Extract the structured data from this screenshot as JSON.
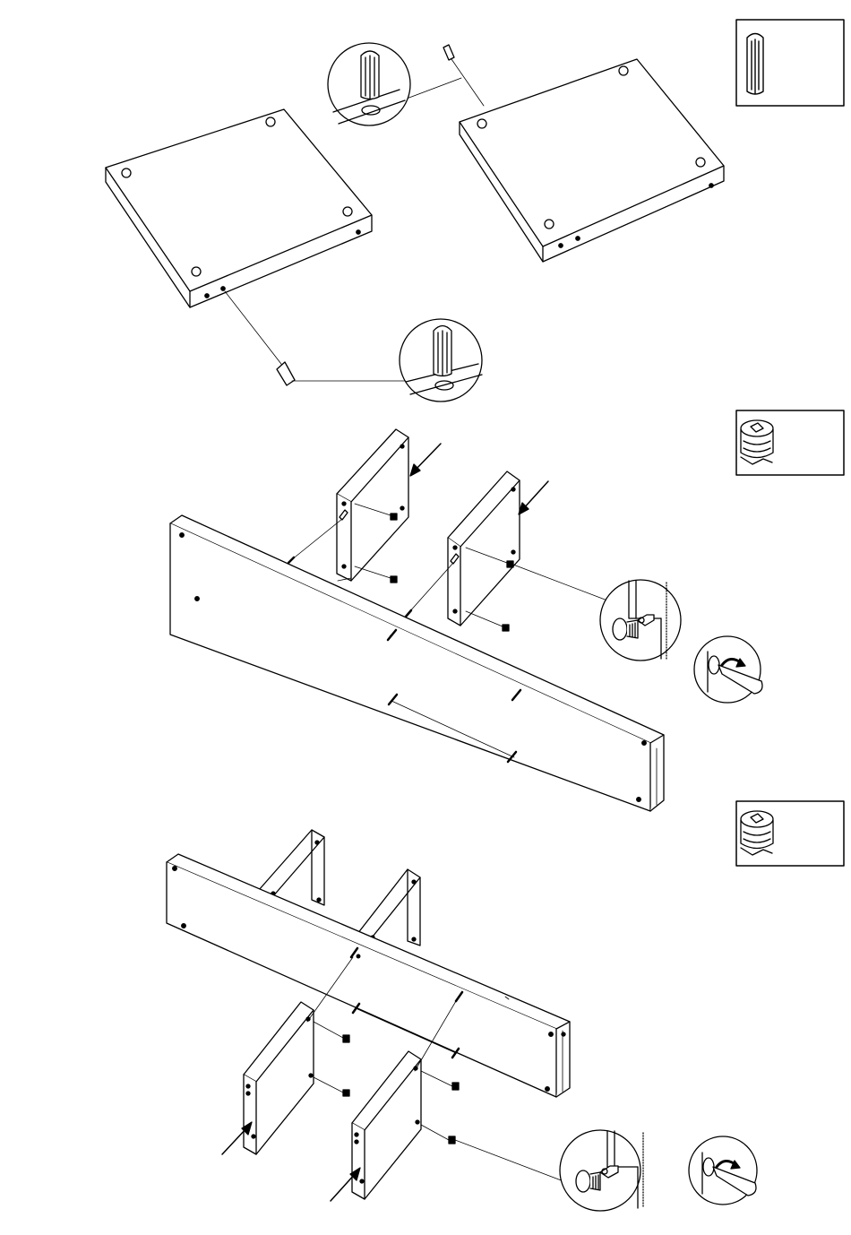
{
  "diagram": {
    "kind": "furniture-assembly-instructions",
    "text_labels": [],
    "steps": [
      {
        "step": 1,
        "hardware": "wooden-dowel",
        "parts": [
          "square-panel-left",
          "square-panel-right"
        ],
        "details": [
          "dowel-insert-zoom-top",
          "dowel-insert-zoom-bottom"
        ]
      },
      {
        "step": 2,
        "hardware": "cam-lock-fitting",
        "parts": [
          "long-board",
          "divider-panel-a",
          "divider-panel-b"
        ],
        "details": [
          "cam-lock-zoom",
          "screwdriver-turn-zoom"
        ]
      },
      {
        "step": 3,
        "hardware": "cam-lock-fitting",
        "parts": [
          "long-board",
          "upper-divider-a",
          "upper-divider-b",
          "lower-divider-a",
          "lower-divider-b"
        ],
        "details": [
          "cam-lock-zoom",
          "screwdriver-turn-zoom"
        ]
      }
    ],
    "colors": {
      "line": "#000000",
      "fill": "#ffffff",
      "shade": "#dddddd"
    }
  }
}
